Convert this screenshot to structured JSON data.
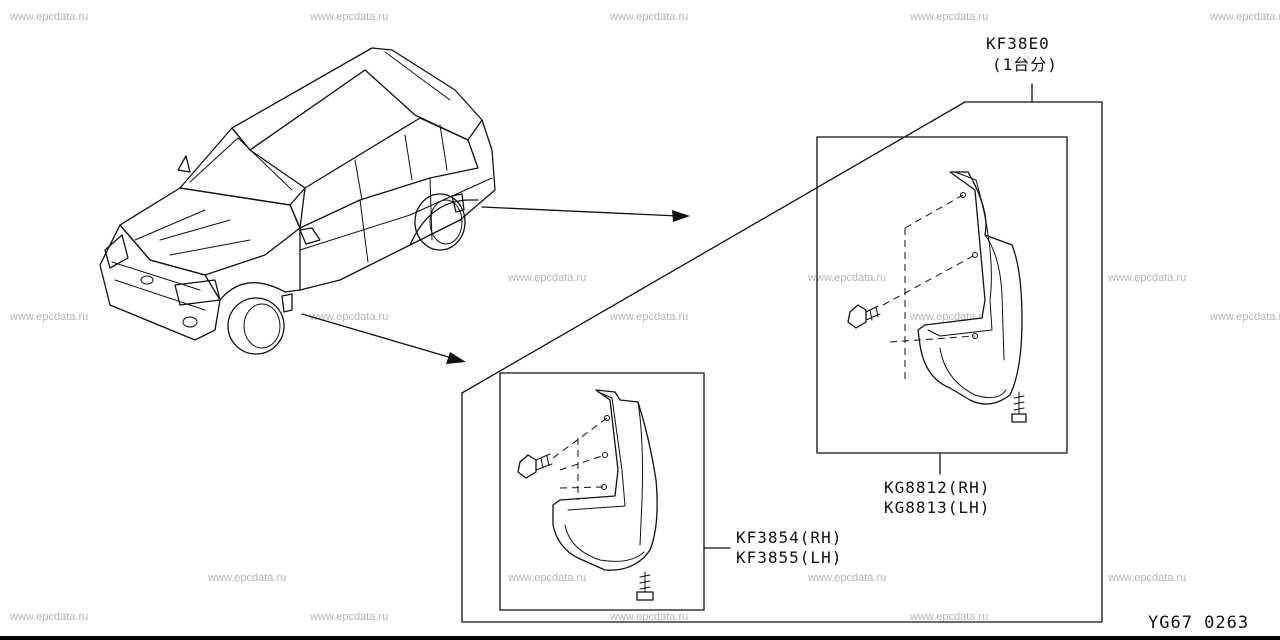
{
  "watermark": "www.epcdata.ru",
  "kit": {
    "code": "KF38E0",
    "qty": "(1台分)"
  },
  "rear_guard": {
    "rh": "KG8812(RH)",
    "lh": "KG8813(LH)"
  },
  "front_guard": {
    "rh": "KF3854(RH)",
    "lh": "KF3855(LH)"
  },
  "figure_code": "YG67 0263"
}
